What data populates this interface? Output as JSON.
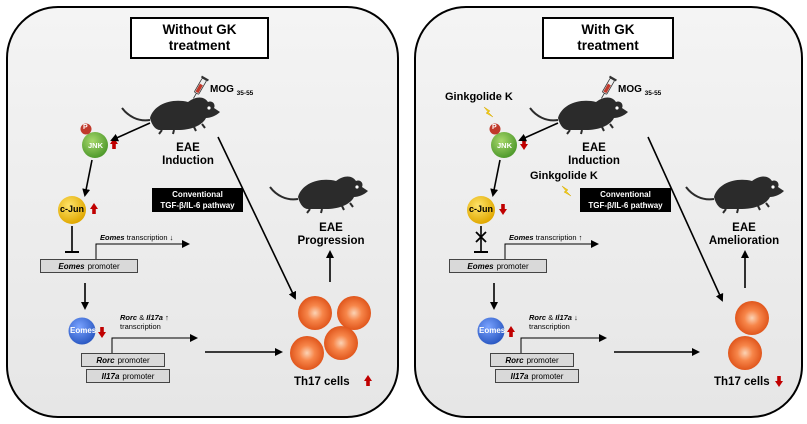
{
  "left_panel": {
    "title": "Without GK\ntreatment",
    "mog_label": "MOG",
    "mog_sub": "35-55",
    "eae_induction": "EAE\nInduction",
    "pathway_box": "Conventional\nTGF-β/IL-6 pathway",
    "eae_outcome": "EAE\nProgression",
    "jnk_label": "JNK",
    "p_label": "P",
    "cjun_label": "c-Jun",
    "eomes_node": "Eomes",
    "eomes_transcription_gene": "Eomes",
    "eomes_transcription_text": "transcription ↓",
    "eomes_promoter_gene": "Eomes",
    "eomes_promoter_text": "promoter",
    "rorc_il17_gene1": "Rorc",
    "rorc_il17_amp": "&",
    "rorc_il17_gene2": "Il17a",
    "rorc_il17_arrow": "↑",
    "rorc_il17_text": "transcription",
    "rorc_promoter_gene": "Rorc",
    "rorc_promoter_text": "promoter",
    "il17a_promoter_gene": "Il17a",
    "il17a_promoter_text": "promoter",
    "th17_label": "Th17 cells"
  },
  "right_panel": {
    "title": "With GK\ntreatment",
    "mog_label": "MOG",
    "mog_sub": "35-55",
    "ginkgolide_1": "Ginkgolide K",
    "ginkgolide_2": "Ginkgolide K",
    "eae_induction": "EAE\nInduction",
    "pathway_box": "Conventional\nTGF-β/IL-6 pathway",
    "eae_outcome": "EAE\nAmelioration",
    "jnk_label": "JNK",
    "p_label": "P",
    "cjun_label": "c-Jun",
    "eomes_node": "Eomes",
    "eomes_transcription_gene": "Eomes",
    "eomes_transcription_text": "transcription ↑",
    "eomes_promoter_gene": "Eomes",
    "eomes_promoter_text": "promoter",
    "rorc_il17_gene1": "Rorc",
    "rorc_il17_amp": "&",
    "rorc_il17_gene2": "Il17a",
    "rorc_il17_arrow": "↓",
    "rorc_il17_text": "transcription",
    "rorc_promoter_gene": "Rorc",
    "rorc_promoter_text": "promoter",
    "il17a_promoter_gene": "Il17a",
    "il17a_promoter_text": "promoter",
    "th17_label": "Th17 cells"
  },
  "colors": {
    "jnk_green": "#6ab04c",
    "cjun_yellow": "#f5c400",
    "eomes_blue": "#3a6fd8",
    "phospho_red": "#c0392b",
    "red_arrow": "#c00000",
    "th17_orange": "#f26522",
    "lightning": "#f7d417"
  },
  "icons": [
    "mouse-icon",
    "syringe-icon",
    "lightning-icon",
    "up-arrow-icon",
    "down-arrow-icon"
  ]
}
